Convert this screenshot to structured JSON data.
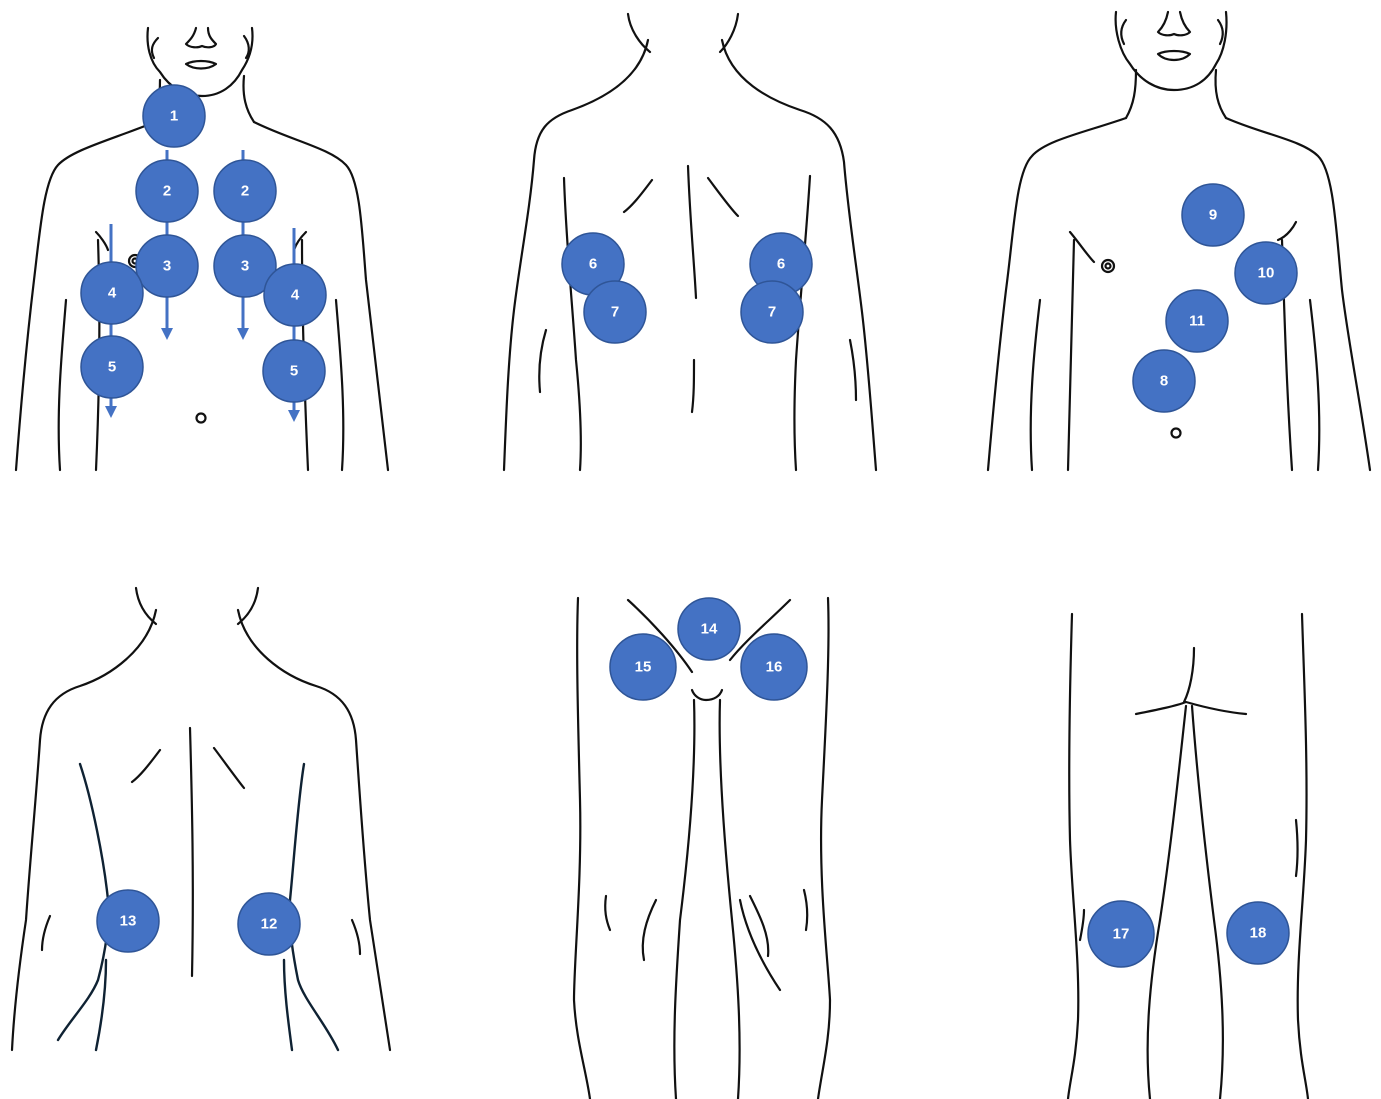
{
  "colors": {
    "marker_fill": "#4472c4",
    "marker_stroke": "#2f5597",
    "marker_text": "#ffffff",
    "outline": "#111111",
    "background": "#ffffff"
  },
  "figures": [
    {
      "id": "front-torso-1",
      "view": "front upper body"
    },
    {
      "id": "back-torso-1",
      "view": "back upper body"
    },
    {
      "id": "front-torso-2",
      "view": "front upper body"
    },
    {
      "id": "back-torso-2",
      "view": "back upper body"
    },
    {
      "id": "back-legs-1",
      "view": "back legs"
    },
    {
      "id": "back-legs-2",
      "view": "back legs"
    }
  ],
  "markers": [
    {
      "label": "1",
      "figure": "front-torso-1"
    },
    {
      "label": "2",
      "figure": "front-torso-1"
    },
    {
      "label": "2",
      "figure": "front-torso-1"
    },
    {
      "label": "3",
      "figure": "front-torso-1"
    },
    {
      "label": "3",
      "figure": "front-torso-1"
    },
    {
      "label": "4",
      "figure": "front-torso-1"
    },
    {
      "label": "4",
      "figure": "front-torso-1"
    },
    {
      "label": "5",
      "figure": "front-torso-1"
    },
    {
      "label": "5",
      "figure": "front-torso-1"
    },
    {
      "label": "6",
      "figure": "back-torso-1"
    },
    {
      "label": "7",
      "figure": "back-torso-1"
    },
    {
      "label": "6",
      "figure": "back-torso-1"
    },
    {
      "label": "7",
      "figure": "back-torso-1"
    },
    {
      "label": "9",
      "figure": "front-torso-2"
    },
    {
      "label": "10",
      "figure": "front-torso-2"
    },
    {
      "label": "11",
      "figure": "front-torso-2"
    },
    {
      "label": "8",
      "figure": "front-torso-2"
    },
    {
      "label": "13",
      "figure": "back-torso-2"
    },
    {
      "label": "12",
      "figure": "back-torso-2"
    },
    {
      "label": "14",
      "figure": "back-legs-1"
    },
    {
      "label": "15",
      "figure": "back-legs-1"
    },
    {
      "label": "16",
      "figure": "back-legs-1"
    },
    {
      "label": "17",
      "figure": "back-legs-2"
    },
    {
      "label": "18",
      "figure": "back-legs-2"
    }
  ]
}
